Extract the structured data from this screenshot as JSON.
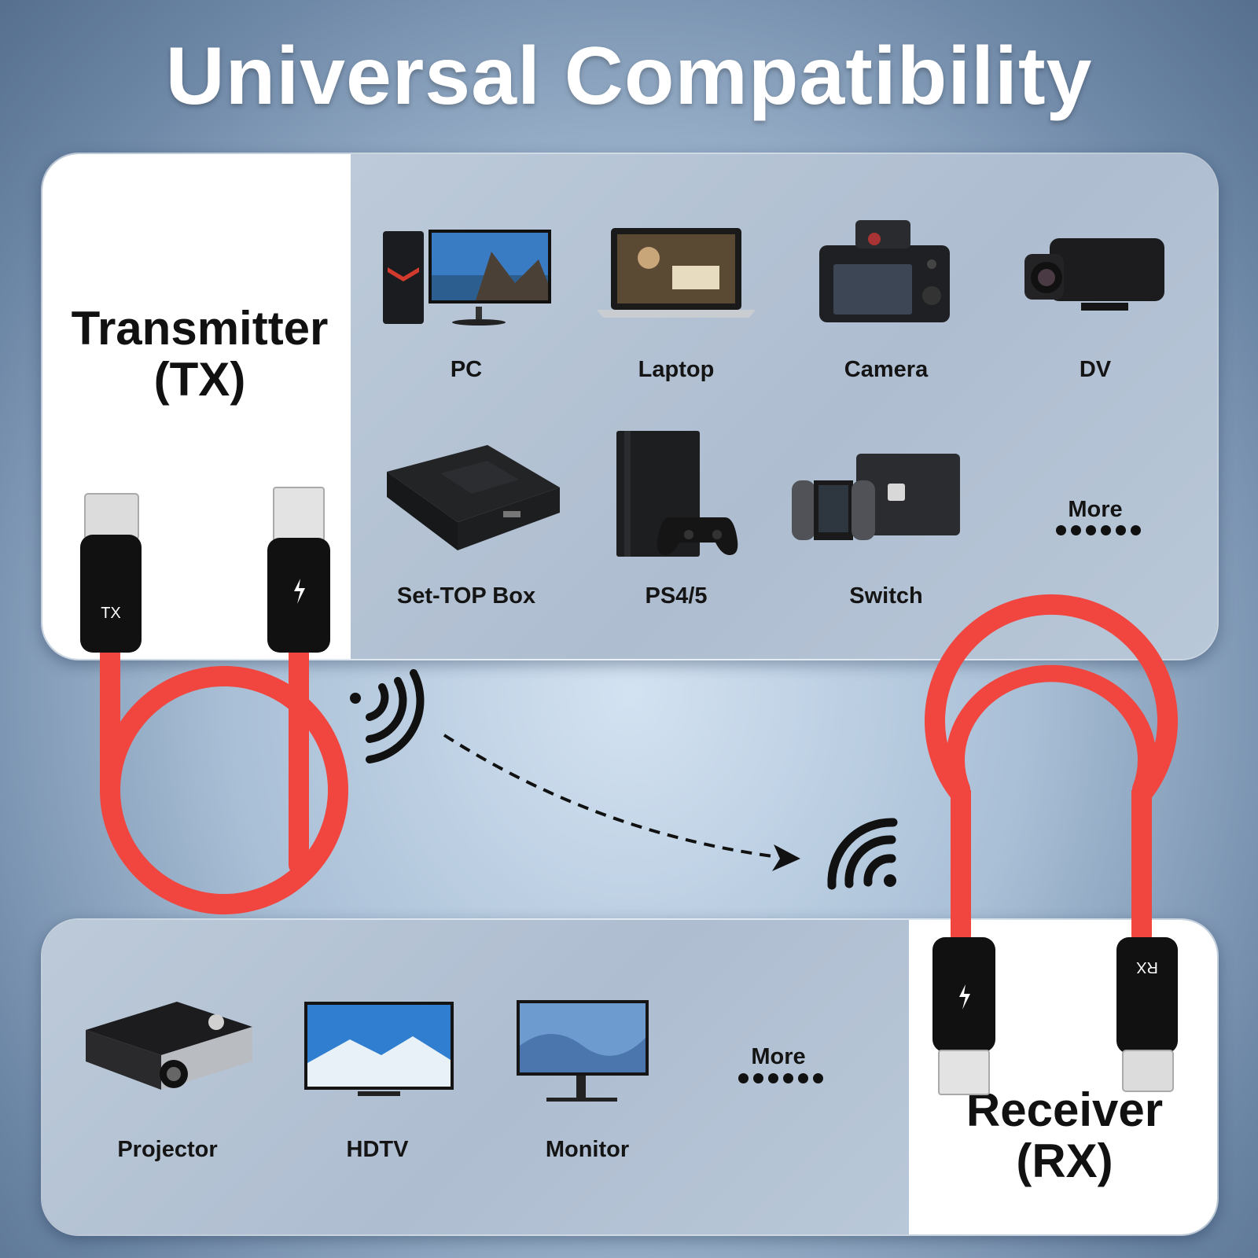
{
  "title": "Universal Compatibility",
  "transmitter": {
    "line1": "Transmitter",
    "line2": "(TX)",
    "plug_label": "TX"
  },
  "receiver": {
    "line1": "Receiver",
    "line2": "(RX)",
    "plug_label": "RX"
  },
  "source_devices": [
    {
      "label": "PC",
      "icon": "pc-icon"
    },
    {
      "label": "Laptop",
      "icon": "laptop-icon"
    },
    {
      "label": "Camera",
      "icon": "camera-icon"
    },
    {
      "label": "DV",
      "icon": "camcorder-icon"
    },
    {
      "label": "Set-TOP Box",
      "icon": "set-top-box-icon"
    },
    {
      "label": "PS4/5",
      "icon": "game-console-icon"
    },
    {
      "label": "Switch",
      "icon": "switch-console-icon"
    },
    {
      "label": "More",
      "icon": "more-dots-icon"
    }
  ],
  "display_devices": [
    {
      "label": "Projector",
      "icon": "projector-icon"
    },
    {
      "label": "HDTV",
      "icon": "tv-icon"
    },
    {
      "label": "Monitor",
      "icon": "monitor-icon"
    },
    {
      "label": "More",
      "icon": "more-dots-icon"
    }
  ],
  "colors": {
    "cable": "#f0463f",
    "plug": "#111111",
    "panel_white": "#ffffff",
    "glass": "#b4c3d5"
  }
}
